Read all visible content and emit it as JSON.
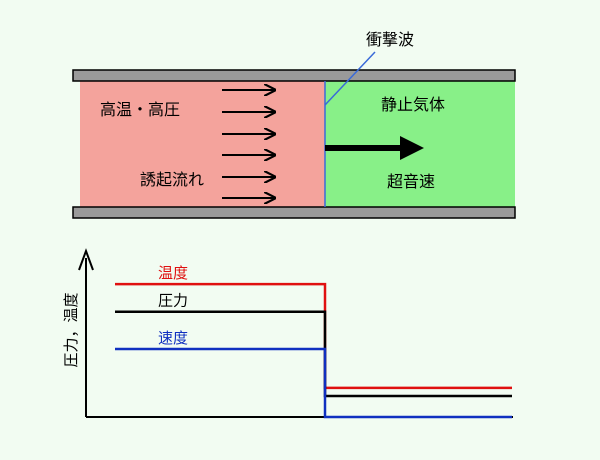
{
  "tube": {
    "shock_label": "衝撃波",
    "high_region_label": "高温・高圧",
    "induced_flow_label": "誘起流れ",
    "still_gas_label": "静止気体",
    "supersonic_label": "超音速"
  },
  "graph": {
    "y_axis_label": "圧力，温度",
    "series": [
      {
        "name": "温度",
        "color": "#e01010",
        "high_level": 0.82,
        "low_level": 0.18
      },
      {
        "name": "圧力",
        "color": "#000000",
        "high_level": 0.65,
        "low_level": 0.13
      },
      {
        "name": "速度",
        "color": "#1030c0",
        "high_level": 0.42,
        "low_level": 0.0
      }
    ]
  },
  "colors": {
    "background": "#f2fcf2",
    "high_region": "#f4a39c",
    "still_gas": "#88f088",
    "wall": "#9a9a9a"
  }
}
